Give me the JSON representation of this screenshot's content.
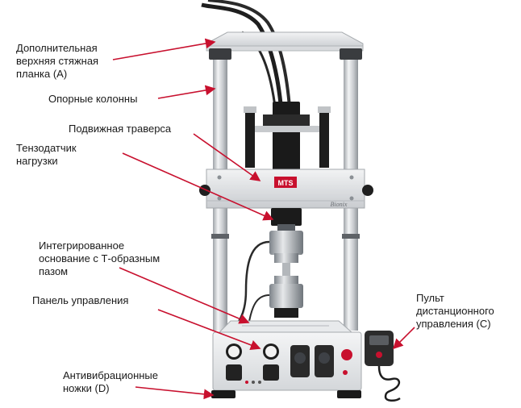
{
  "labels": {
    "top_plate": "Дополнительная\nверхняя стяжная\nпланка (A)",
    "columns": "Опорные колонны",
    "crosshead": "Подвижная траверса",
    "load_cell": "Тензодатчик\nнагрузки",
    "base": "Интегрированное\nоснование с Т-образным\nпазом",
    "control_panel": "Панель управления",
    "remote": "Пульт\nдистанционного\nуправления (С)",
    "feet": "Антивибрационные\nножки (D)"
  },
  "machine": {
    "brand_badge": "MTS",
    "model_text": "Bionix"
  },
  "colors": {
    "arrow": "#c8102e",
    "frame": "#dfe1e3",
    "column": "#cfd2d6",
    "dark": "#1c1c1c",
    "badge": "#c8102e"
  }
}
